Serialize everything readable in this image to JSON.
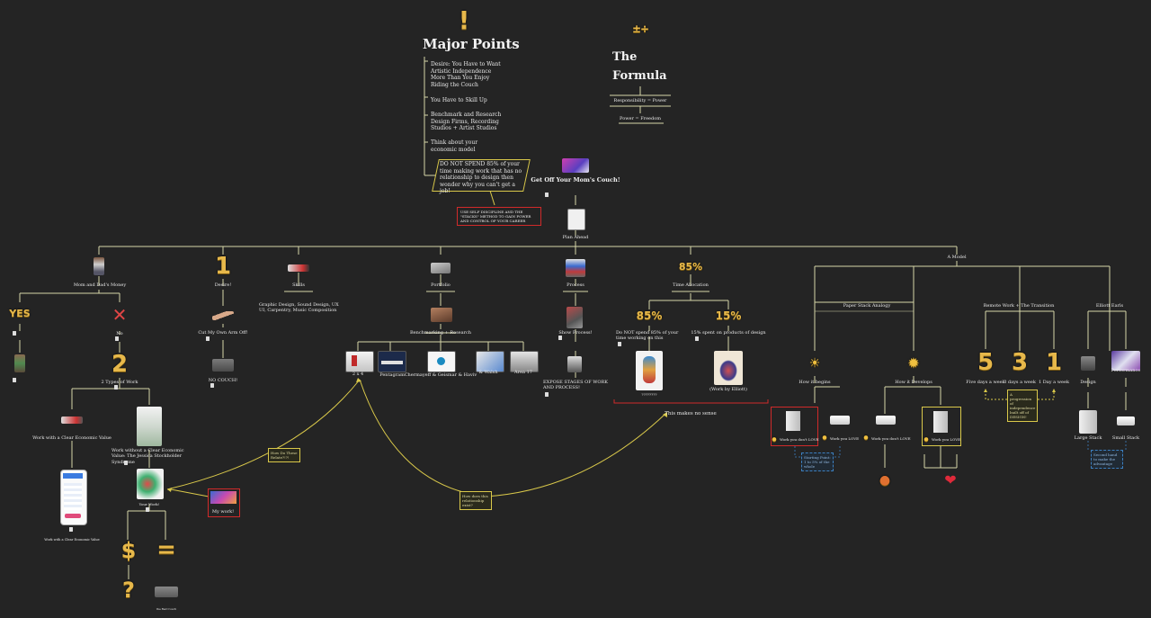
{
  "major": {
    "icon": "exclamation-icon",
    "title": "Major Points",
    "items": [
      "Desire: You Have to Want Artistic Independence More Than You Enjoy Riding the Couch",
      "You Have to Skill Up",
      "Benchmark and Research Design Firms, Recording Studios + Artist Studios",
      "Think about your economic model"
    ],
    "callout": "DO NOT SPEND 85% of your time making work that has no relationship to design then wonder why you can't get a job!",
    "warning": "USE SELF DISCIPLINE AND THE \"STACKS\" METHOD TO GAIN POWER AND CONTROL OF YOUR CAREER"
  },
  "formula": {
    "icon": "math-symbols-icon",
    "title_1": "The",
    "title_2": "Formula",
    "line_1": "Responsibility = Power",
    "line_2": "Power = Freedom"
  },
  "root": {
    "title": "Get Off Your Mom's Couch!",
    "plan": "Plan Ahead"
  },
  "mom": {
    "label": "Mom and Dad's Money",
    "yes": "YES",
    "no": "No",
    "two": "2",
    "two_label": "2 Types of Work",
    "work_clear": "Work with a Clear Economic Value",
    "work_without": "Work without a Clear Economic Value: The Jessica Stockholder Syndrome",
    "work_clear_caption": "Work with a Clear Economic Value",
    "your_work": "Your Work!",
    "my_work": "My work!",
    "dollar": "$",
    "equals": "=",
    "question": "?",
    "couch_caption": "the Bad Couch"
  },
  "desire": {
    "one": "1",
    "label": "Desire!",
    "cut": "Cut My Own Arm Off!",
    "couch": "NO COUCH!"
  },
  "skills": {
    "label": "Skills",
    "list": "Graphic Design, Sound Design, UX UI, Carpentry, Music Composition"
  },
  "portfolio": {
    "label": "Portfolio",
    "bench": "Benchmarking + Research",
    "refs": [
      "2 x 4",
      "Pentagram",
      "Chermayeff & Geismar & Haviv",
      "& Walsh",
      "Area 17"
    ],
    "note_1": "How Do These Relate?!?!",
    "note_2": "How does this relationship exist?"
  },
  "process": {
    "label": "Process",
    "show": "Show Process!",
    "expose": "EXPOSE STAGES OF WORK AND PROCESS!"
  },
  "time": {
    "pct": "85%",
    "label": "Time Allocation",
    "left_pct": "85%",
    "left_text": "Do NOT spend 85% of your time working on this",
    "left_caption": "????????",
    "right_pct": "15%",
    "right_text": "15% spent on products of design",
    "right_caption": "(Work by Elliott)",
    "nonsense": "This makes no sense"
  },
  "model": {
    "label": "A Model",
    "paper": "Paper Stack Analogy",
    "begins": "How it begins",
    "develops": "How it Develops",
    "dont_love": "Work you don't LOVE",
    "love": "Work you LOVE",
    "dont_love_2": "Work you don't LOVE",
    "love_2": "Work you LOVE",
    "blue_note_1": "Starting Point: 1 to 5% of the whole",
    "remote": "Remote Work + The Transition",
    "five": "5",
    "three": "3",
    "one": "1",
    "five_label": "Five days a week",
    "three_label": "3 days a week",
    "one_label": "1 Day a week",
    "progression": "A progression of independence built off of DESIGN!",
    "elliott": "Elliott Earls",
    "design": "Design",
    "performance": "Performance",
    "large": "Large Stack",
    "small": "Small Stack",
    "blue_note_2": "Second hand to make the advantage"
  },
  "colors": {
    "background": "#242424",
    "connector": "#d6d6a8",
    "highlight": "#d9c84a",
    "alert": "#d02a2a",
    "note_blue": "#3c7fbf",
    "gold": "#e7b84a"
  }
}
